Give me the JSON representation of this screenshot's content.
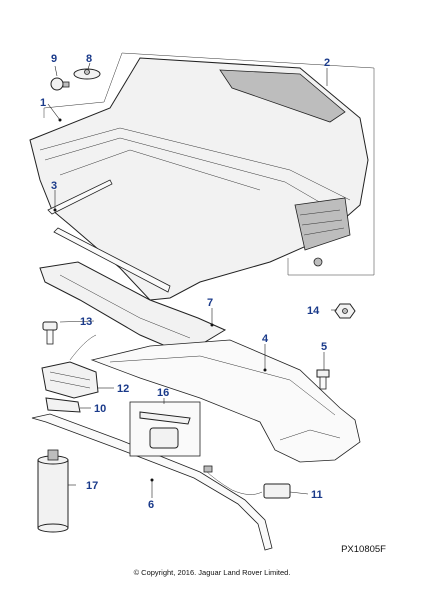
{
  "callouts": {
    "c1": "1",
    "c2": "2",
    "c3": "3",
    "c4": "4",
    "c5": "5",
    "c6": "6",
    "c7": "7",
    "c8": "8",
    "c9": "9",
    "c10": "10",
    "c11": "11",
    "c12": "12",
    "c13": "13",
    "c14": "14",
    "c16": "16",
    "c17": "17"
  },
  "reference_code": "PX10805F",
  "copyright": "© Copyright, 2016. Jaguar Land Rover Limited.",
  "colors": {
    "callout": "#1a3a8a",
    "line": "#222222"
  }
}
